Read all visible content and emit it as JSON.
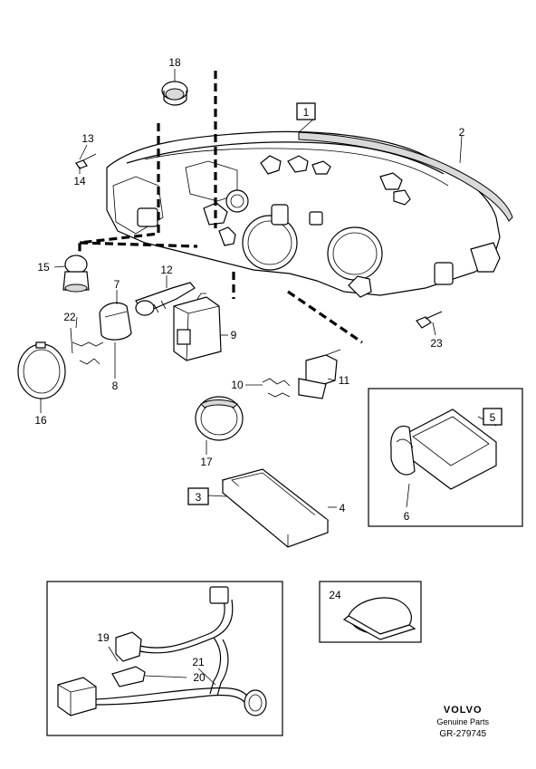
{
  "callouts": {
    "c1": "1",
    "c2": "2",
    "c3": "3",
    "c4": "4",
    "c5": "5",
    "c6": "6",
    "c7": "7",
    "c8": "8",
    "c9": "9",
    "c10": "10",
    "c11": "11",
    "c12": "12",
    "c13": "13",
    "c14": "14",
    "c15": "15",
    "c16": "16",
    "c17": "17",
    "c18": "18",
    "c19": "19",
    "c20": "20",
    "c21": "21",
    "c22": "22",
    "c23": "23",
    "c24": "24"
  },
  "brand": {
    "logo": "VOLVO",
    "subtitle": "Genuine Parts",
    "code": "GR-279745"
  }
}
